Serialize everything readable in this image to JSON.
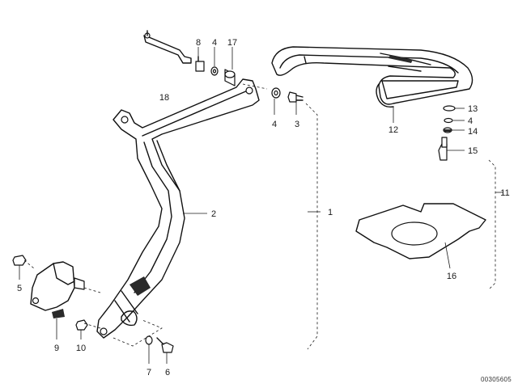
{
  "labels": {
    "l1": "1",
    "l2": "2",
    "l3": "3",
    "l4a": "4",
    "l4b": "4",
    "l4c": "4",
    "l5": "5",
    "l6": "6",
    "l7": "7",
    "l8": "8",
    "l9": "9",
    "l10": "10",
    "l11": "11",
    "l12": "12",
    "l13": "13",
    "l14": "14",
    "l15": "15",
    "l16": "16",
    "l17": "17",
    "l18": "18"
  },
  "reference_code": "00305605"
}
